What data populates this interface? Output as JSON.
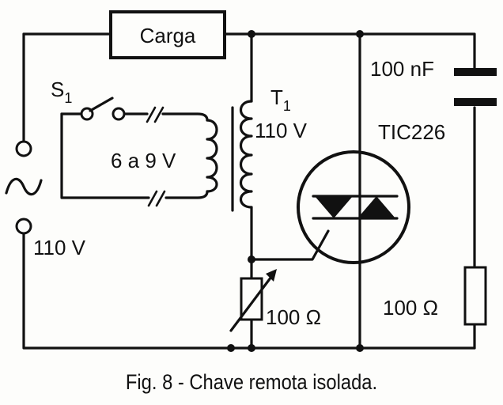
{
  "diagram": {
    "load_label": "Carga",
    "switch_label": "S",
    "switch_subscript": "1",
    "low_voltage_label": "6 a 9 V",
    "transformer_label": "T",
    "transformer_subscript": "1",
    "transformer_voltage": "110 V",
    "capacitor_label": "100 nF",
    "triac_label": "TIC226",
    "mains_voltage": "110 V",
    "potentiometer_label": "100 Ω",
    "resistor_label": "100 Ω"
  },
  "caption": "Fig. 8 - Chave remota isolada."
}
